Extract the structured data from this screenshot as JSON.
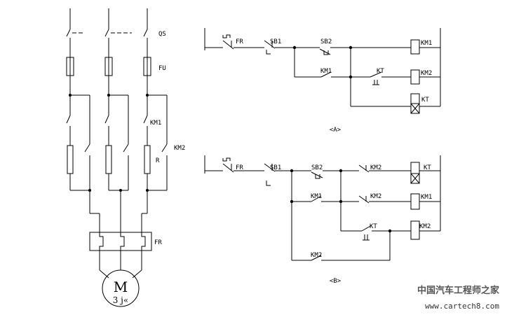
{
  "power_circuit": {
    "qs": "QS",
    "fu": "FU",
    "km1": "KM1",
    "km2": "KM2",
    "r": "R",
    "fr": "FR",
    "motor_m": "M",
    "motor_sub": "3 j«"
  },
  "circuit_a": {
    "fr": "FR",
    "sb1": "SB1",
    "sb2": "SB2",
    "km1_coil": "KM1",
    "km1_contact": "KM1",
    "kt_contact": "KT",
    "km2_coil": "KM2",
    "kt_coil": "KT",
    "caption": "<A>"
  },
  "circuit_b": {
    "fr": "FR",
    "sb1": "SB1",
    "sb2": "SB2",
    "km2_nc_top": "KM2",
    "kt_coil": "KT",
    "km1_contact": "KM1",
    "km2_nc_mid": "KM2",
    "km1_coil": "KM1",
    "kt_contact": "KT",
    "km2_coil": "KM2",
    "km2_holding": "KM2",
    "caption": "<B>"
  },
  "watermark": {
    "cn": "中国汽车工程师之家",
    "url": "www.cartech8.com"
  }
}
